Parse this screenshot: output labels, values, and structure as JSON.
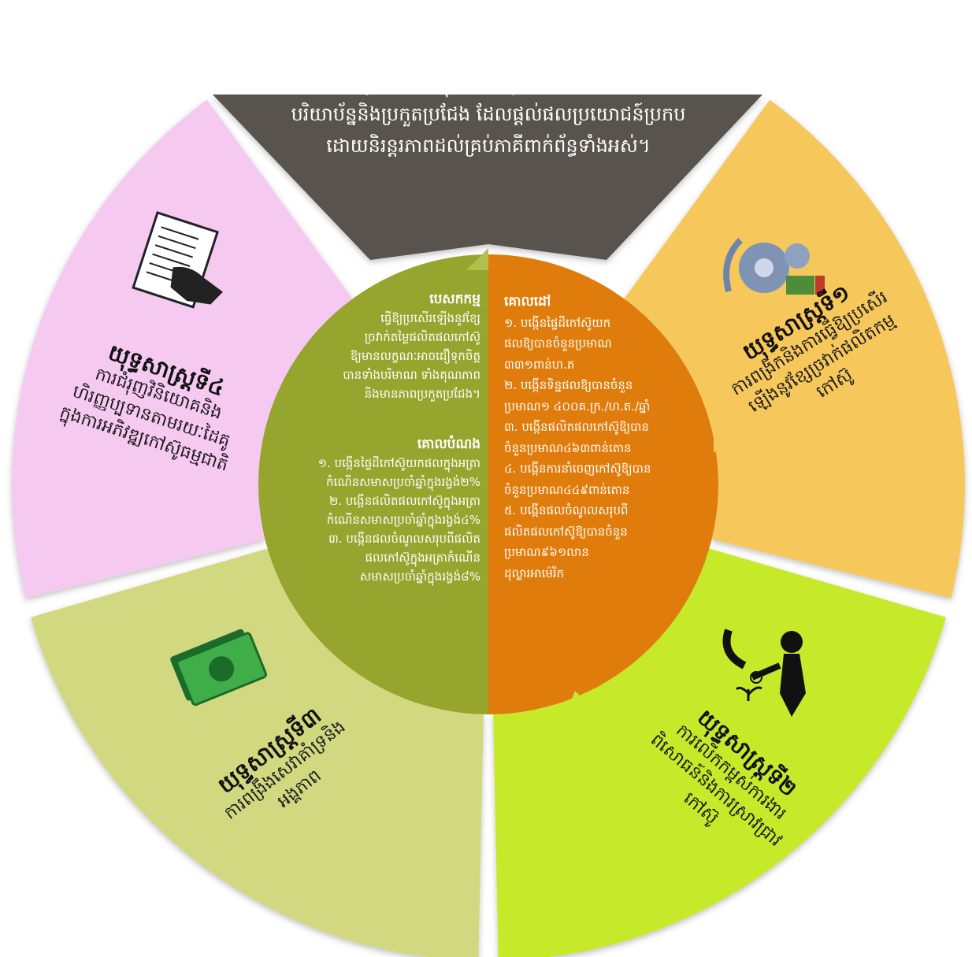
{
  "vision": {
    "title": "ចក្ខុវិស័យ",
    "lines": [
      "កៅស៊ូធម្មជាតិកម្ពុជា ជាអនុវិស័យមានលក្ខណៈ",
      "បរិយាប័ន្ននិងប្រកួតប្រជែង ដែលផ្តល់ផលប្រយោជន៍ប្រកប",
      "ដោយនិរន្តរភាពដល់គ្រប់ភាគីពាក់ព័ន្ធទាំងអស់។"
    ]
  },
  "strategy1": {
    "title": "យុទ្ធសាស្ត្រទី១",
    "lines": [
      "ការពង្រីកនិងការធ្វើឱ្យប្រសើរ",
      "ឡើងនូវខ្សែច្រវាក់ផលិតកម្ម",
      "កៅស៊ូ"
    ],
    "icon": "industry-gears-icon"
  },
  "strategy2": {
    "title": "យុទ្ធសាស្ត្រទី២",
    "lines": [
      "ការលើកកម្ពស់ការងារ",
      "ពិសោធន៍និងការស្រាវជ្រាវ",
      "កៅស៊ូ"
    ],
    "icon": "research-plant-icon"
  },
  "strategy3": {
    "title": "យុទ្ធសាស្ត្រទី៣",
    "lines": [
      "ការពង្រឹងសេវាគាំទ្រនិង",
      "អង្គភាព"
    ],
    "icon": "money-icon"
  },
  "strategy4": {
    "title": "យុទ្ធសាស្ត្រទី៤",
    "lines": [
      "ការជំរុញវិនិយោគនិង",
      "ហិរញ្ញប្បទានតាមរយៈដៃគូ",
      "ក្នុងការអភិវឌ្ឍកៅស៊ូធម្មជាតិ"
    ],
    "icon": "handshake-contract-icon"
  },
  "mission": {
    "title": "បេសកកម្ម",
    "lines": [
      "ធ្វើឱ្យប្រសើរឡើងនូវខ្សែ",
      "ច្រវាក់តម្លៃផលិតផលកៅស៊ូ",
      "ឱ្យមានលក្ខណៈអាចជឿទុកចិត្ត",
      "បានទាំងបរិមាណ ទាំងគុណភាព",
      "និងមានភាពប្រកួតប្រជែង។"
    ]
  },
  "objectives": {
    "title": "គោលបំណង",
    "lines": [
      "១. បង្កើនផ្ទៃដីកៅស៊ូយកផលក្នុងអត្រា",
      "កំណើនសមាសប្រចាំឆ្នាំក្នុងរង្វង់២%",
      "២. បង្កើនផលិតផលកៅស៊ូក្នុងអត្រា",
      "កំណើនសមាសប្រចាំឆ្នាំក្នុងរង្វង់៤%",
      "៣. បង្កើនផលចំណូលសរុបពីផលិត",
      "ផលកៅស៊ូក្នុងអត្រាកំណើន",
      "សមាសប្រចាំឆ្នាំក្នុងរង្វង់៨%"
    ]
  },
  "goals": {
    "title": "គោលដៅ",
    "lines": [
      "១. បង្កើនផ្ទៃដីកៅស៊ូយក",
      "ផលឱ្យបានចំនួនប្រមាណ",
      "៣៣១ពាន់ហ.ត",
      "២. បង្កើនទិន្នផលឱ្យបានចំនួន",
      "ប្រមាណ១ ៤០០គ.ក្រ./ហ.ត./ឆ្នាំ",
      "៣. បង្កើនផលិតផលកៅស៊ូឱ្យបាន",
      "ចំនួនប្រមាណ៤៦៣ពាន់តោន",
      "៤. បង្កើនការនាំចេញកៅស៊ូឱ្យបាន",
      "ចំនួនប្រមាណ៤៤៩ពាន់តោន",
      "៥. បង្កើនផលចំណូលសរុបពី",
      "ផលិតផលកៅស៊ូឱ្យបានចំនួន",
      "ប្រមាណ៩៦១លាន",
      "ដុល្លារអាម៉េរិក"
    ]
  },
  "colors": {
    "vision": "#58534e",
    "strategy1": "#f6c85c",
    "strategy2": "#c6e92b",
    "strategy3": "#d2d87f",
    "strategy4": "#f6c9f1",
    "inner_left": "#95a52e",
    "inner_right": "#df7c0b",
    "title_red": "#b00000"
  }
}
